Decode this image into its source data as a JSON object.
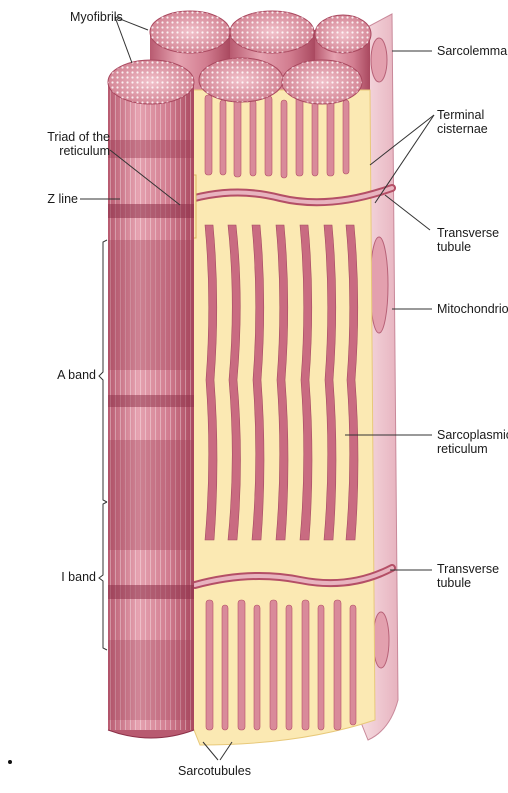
{
  "labels": {
    "myofibrils": "Myofibrils",
    "sarcolemma": "Sarcolemma",
    "terminal_cisternae": "Terminal cisternae",
    "triad": "Triad of the reticulum",
    "z_line": "Z line",
    "transverse_tubule_top": "Transverse tubule",
    "mitochondrion": "Mitochondrion",
    "a_band": "A band",
    "sarcoplasmic_reticulum": "Sarcoplasmic reticulum",
    "i_band": "I band",
    "transverse_tubule_bottom": "Transverse tubule",
    "sarcotubules": "Sarcotubules"
  },
  "colors": {
    "fibril": "#d98a9a",
    "fibril_dark": "#b44f66",
    "fibril_light": "#efc0c8",
    "reticulum": "#fbe9b3",
    "reticulum_edge": "#e8c97a",
    "tubule": "#c97b8e",
    "membrane": "#f3d6dc",
    "line": "#333333"
  }
}
